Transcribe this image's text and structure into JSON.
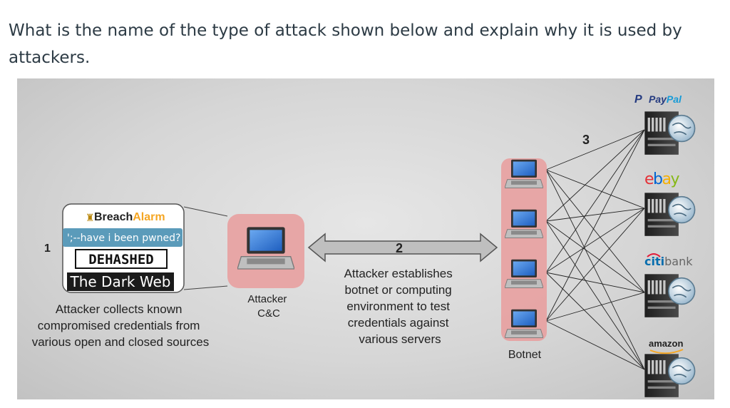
{
  "question": "What is the name of the type of attack shown below and explain why it is used by attackers.",
  "diagram": {
    "steps": [
      "1",
      "2",
      "3"
    ],
    "sources": {
      "breachalarm": {
        "part1": "Breach",
        "part2": "Alarm"
      },
      "hibp": "';--have i been pwned?",
      "dehashed": "DEHASHED",
      "darkweb": "The Dark Web"
    },
    "source_caption": [
      "Attacker collects known",
      "compromised credentials from",
      "various open and closed sources"
    ],
    "attacker_label": [
      "Attacker",
      "C&C"
    ],
    "botnet_caption": [
      "Attacker establishes",
      "botnet or computing",
      "environment to test",
      "credentials against",
      "various servers"
    ],
    "botnet_label": "Botnet",
    "targets": {
      "paypal": {
        "part1": "Pay",
        "part2": "Pal"
      },
      "ebay": [
        "e",
        "b",
        "a",
        "y"
      ],
      "citibank": {
        "part1": "citi",
        "part2": "bank"
      },
      "amazon": "amazon"
    },
    "colors": {
      "pink": "#e8a0a0",
      "paypal_dark": "#253b80",
      "paypal_light": "#179bd7",
      "ebay": [
        "#e53238",
        "#0064d2",
        "#f5af02",
        "#86b817"
      ],
      "citi": "#056dae",
      "hibp_bg": "#5b9bba",
      "alarm_orange": "#f5a623"
    }
  }
}
